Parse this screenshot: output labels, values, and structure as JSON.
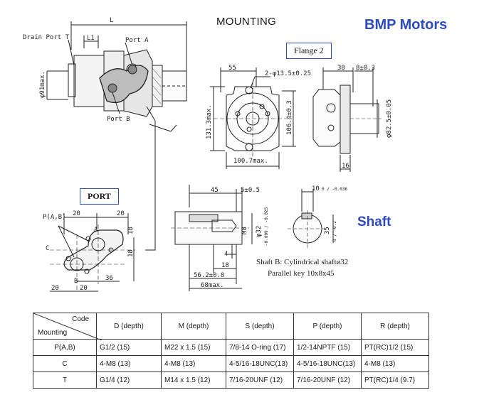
{
  "header": {
    "title": "MOUNTING",
    "brand": "BMP Motors",
    "flange_label": "Flange 2",
    "port_label": "PORT",
    "shaft_label": "Shaft"
  },
  "motor_view": {
    "L": "L",
    "L1": "L1",
    "drain_port": "Drain Port T",
    "port_a": "Port A",
    "port_b": "Port B",
    "dia": "φ91max."
  },
  "flange_view": {
    "d55": "55",
    "holes": "2-φ13.5±0.25",
    "h131": "131.3max.",
    "d106": "106.4±0.3",
    "w100": "100.7max.",
    "d38": "38",
    "d8": "8±0.3",
    "d82": "φ82.5±0.05",
    "d16": "16"
  },
  "port_view": {
    "pab": "P(A,B)",
    "w20a": "20",
    "w20b": "20",
    "a": "A",
    "c": "C",
    "b": "B",
    "h18a": "18",
    "h18b": "18",
    "w36": "36",
    "w20c": "20",
    "w20d": "20"
  },
  "shaft_view": {
    "d45": "45",
    "d5": "5±0.5",
    "m8": "M8",
    "d32": "φ32",
    "tol32": "-0.009 / -0.025",
    "d4": "4",
    "d18": "18",
    "d56": "56.2±0.8",
    "d68": "68max.",
    "d10": "10",
    "tol10": "0 / -0.036",
    "d35": "35",
    "tol35": "0 / -0.2",
    "note1": "Shaft B: Cylindrical shaftø32",
    "note2": "Parallel key 10x8x45"
  },
  "table": {
    "corner_code": "Code",
    "corner_mounting": "Mounting",
    "headers": [
      "D (depth)",
      "M (depth)",
      "S (depth)",
      "P (depth)",
      "R (depth)"
    ],
    "rows": [
      {
        "mounting": "P(A,B)",
        "cells": [
          "G1/2  (15)",
          "M22 x 1.5  (15)",
          "7/8-14  O-ring (17)",
          "1/2-14NPTF (15)",
          "PT(RC)1/2  (15)"
        ]
      },
      {
        "mounting": "C",
        "cells": [
          "4-M8  (13)",
          "4-M8          (13)",
          "4-5/16-18UNC(13)",
          "4-5/16-18UNC(13)",
          "4-M8             (13)"
        ]
      },
      {
        "mounting": "T",
        "cells": [
          "G1/4  (12)",
          "M14 x 1.5 (12)",
          "7/16-20UNF  (12)",
          "7/16-20UNF  (12)",
          "PT(RC)1/4     (9.7)"
        ]
      }
    ]
  }
}
